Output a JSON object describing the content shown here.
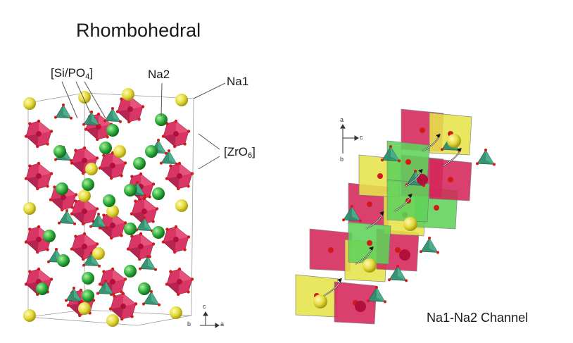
{
  "title": "Rhombohedral",
  "labels": {
    "si_po4": {
      "text": "[Si/PO",
      "sub": "4",
      "close": "]"
    },
    "na2": "Na2",
    "na1": "Na1",
    "zro6": {
      "text": "[ZrO",
      "sub": "6",
      "close": "]"
    }
  },
  "channel_label": "Na1-Na2 Channel",
  "axes_left": {
    "c": "c",
    "b": "b",
    "a": "a"
  },
  "axes_right": {
    "a": "a",
    "c": "c",
    "b": "b"
  },
  "colors": {
    "zro6_octahedra": "#d6265a",
    "sipo4_tetrahedra": "#2f8f6f",
    "na1_sphere": "#e3d93a",
    "na2_sphere": "#2fae3c",
    "oxygen": "#d11a1a",
    "channel_yellow": "#e6e34a",
    "channel_green": "#5fd35a"
  }
}
